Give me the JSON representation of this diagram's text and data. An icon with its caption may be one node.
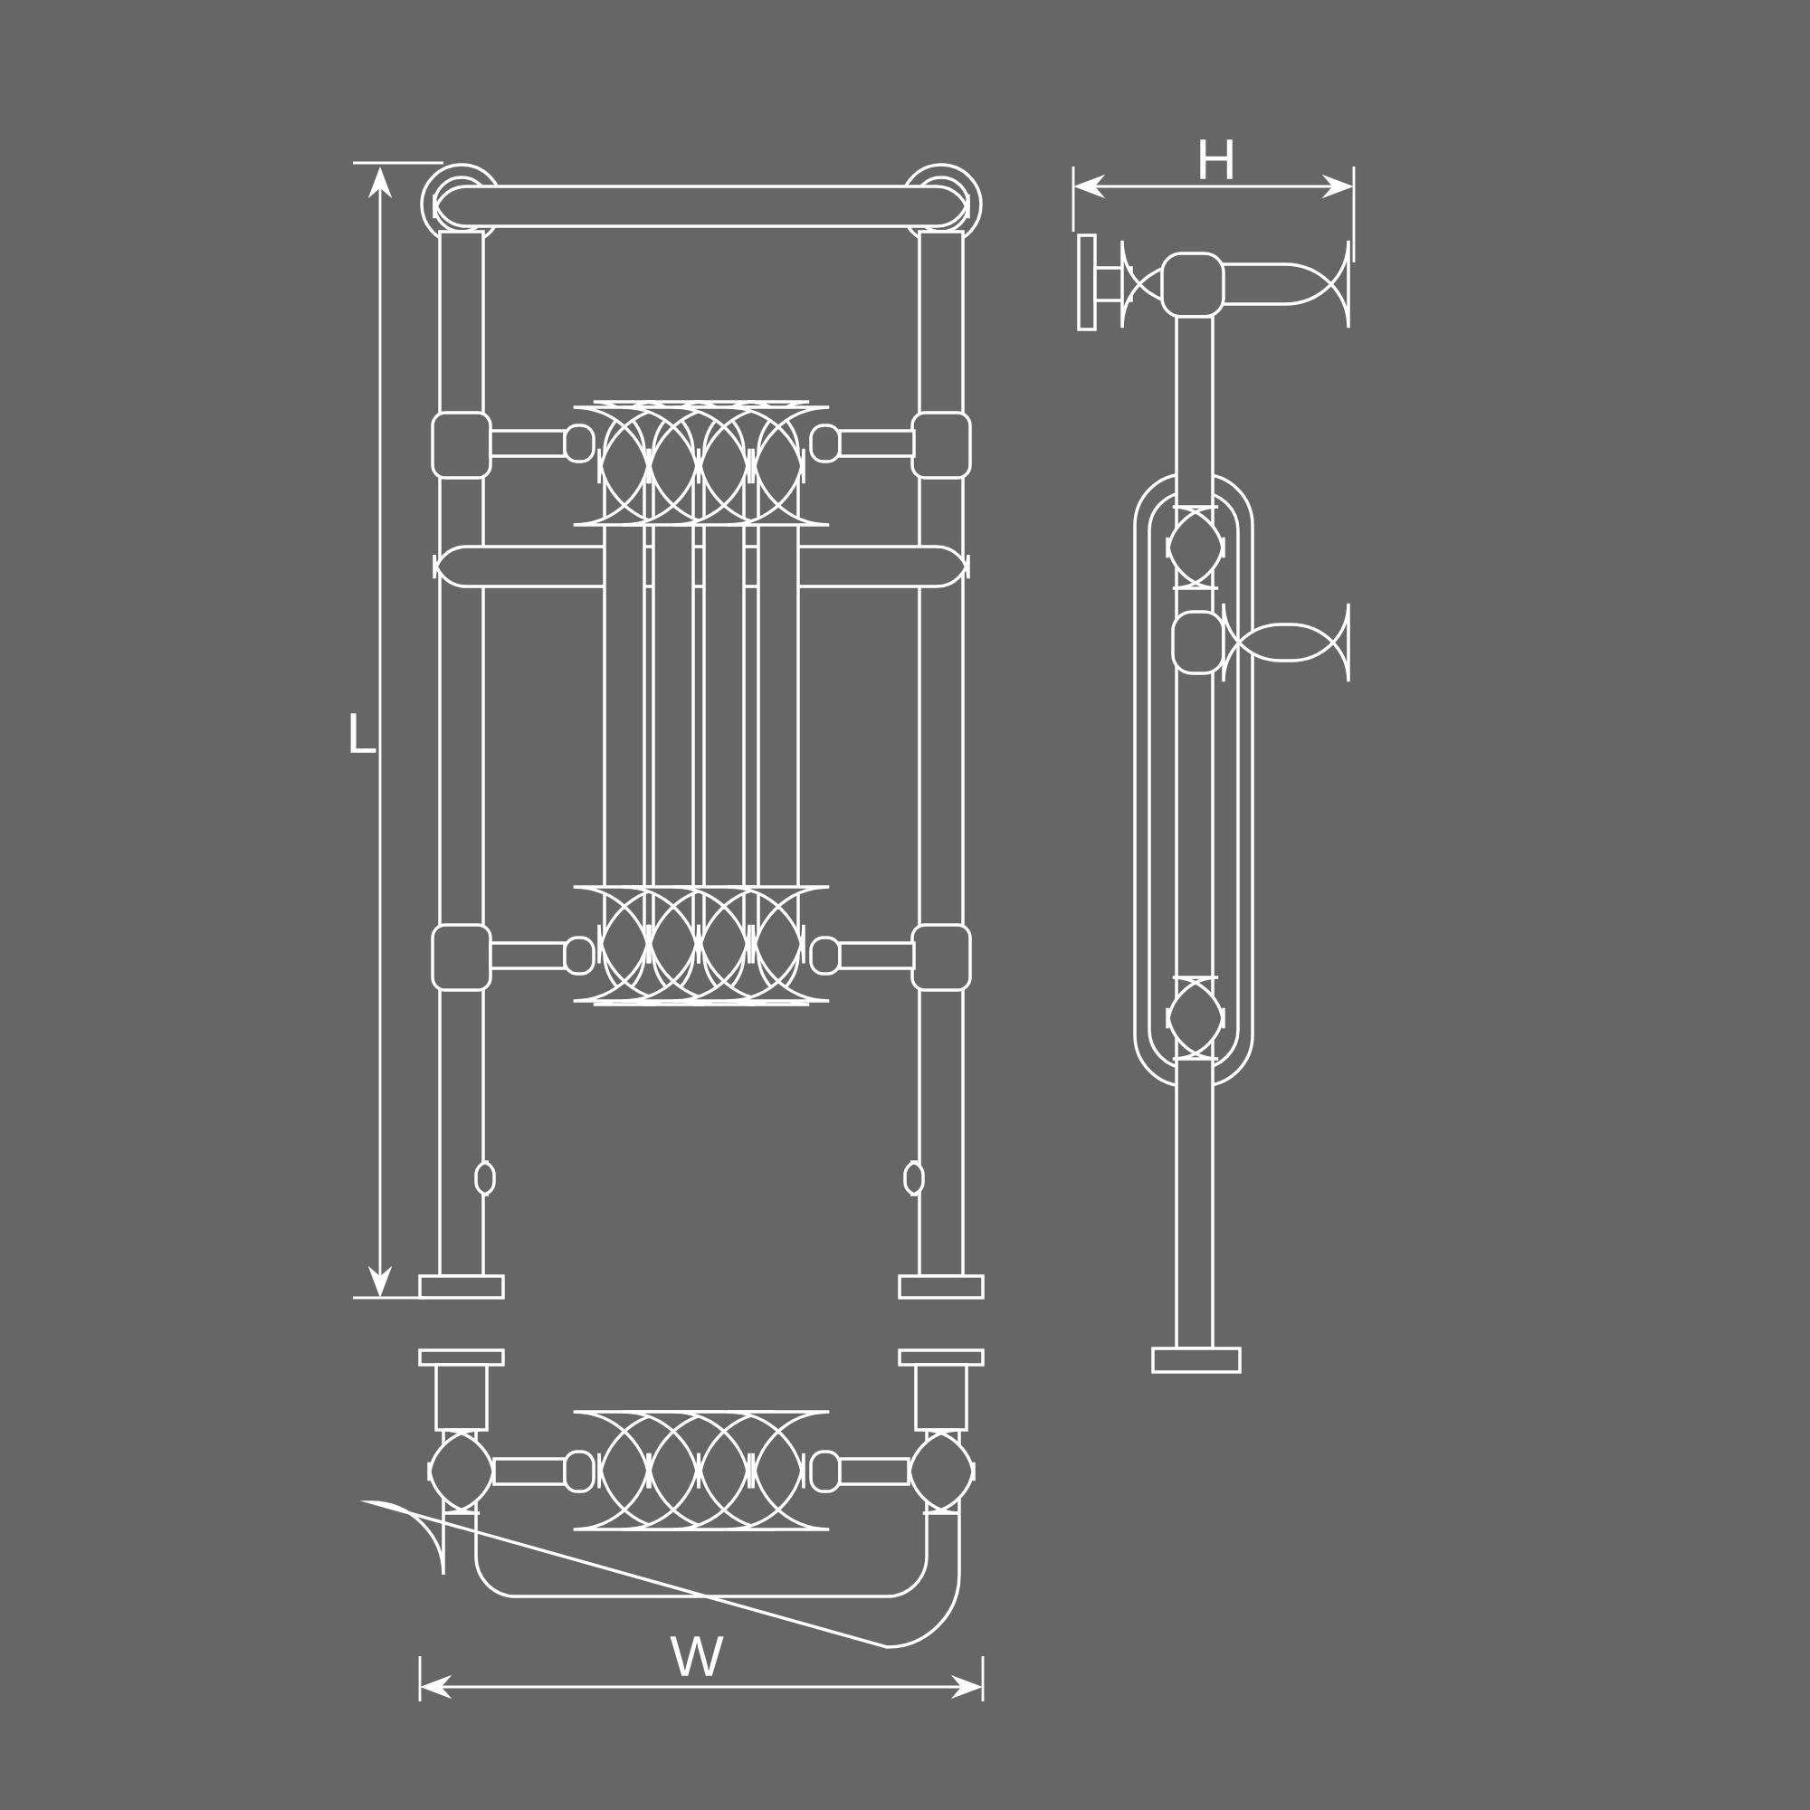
{
  "diagram": {
    "labels": [
      "H",
      "L",
      "W"
    ]
  }
}
